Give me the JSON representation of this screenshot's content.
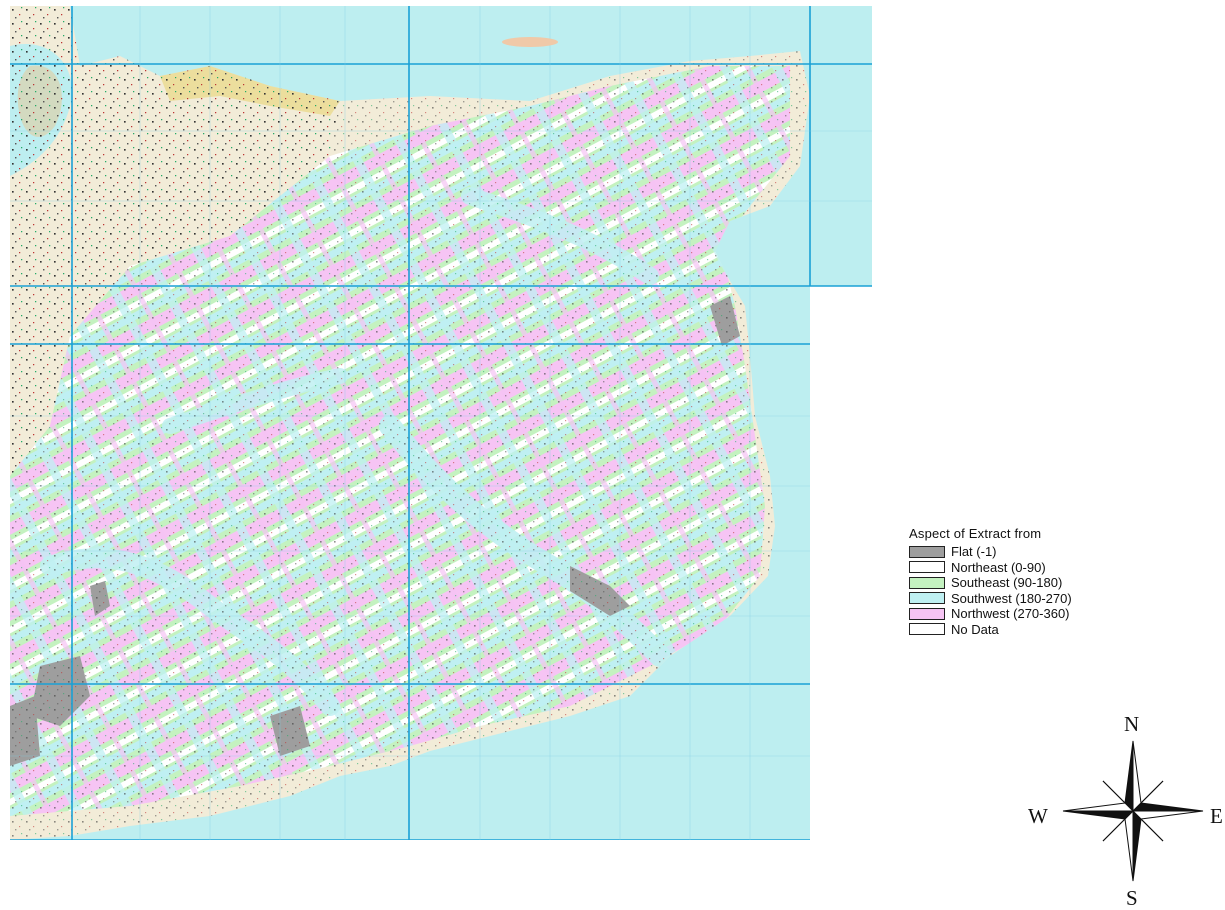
{
  "legend": {
    "title": "Aspect of Extract from",
    "items": [
      {
        "label": "Flat (-1)",
        "color": "#9e9e9e"
      },
      {
        "label": "Northeast (0-90)",
        "color": "#ffffff"
      },
      {
        "label": "Southeast (90-180)",
        "color": "#c4f2c0"
      },
      {
        "label": "Southwest (180-270)",
        "color": "#bff0f2"
      },
      {
        "label": "Northwest (270-360)",
        "color": "#f6c4f4"
      },
      {
        "label": "No Data",
        "color": "#ffffff"
      }
    ]
  },
  "compass": {
    "north": "N",
    "south": "S",
    "west": "W",
    "east": "E"
  },
  "colors": {
    "sea": "#bdeef0",
    "grid": "#1aa0d6",
    "land_base": "#f2ecd8",
    "urban": "#e9d98a"
  }
}
